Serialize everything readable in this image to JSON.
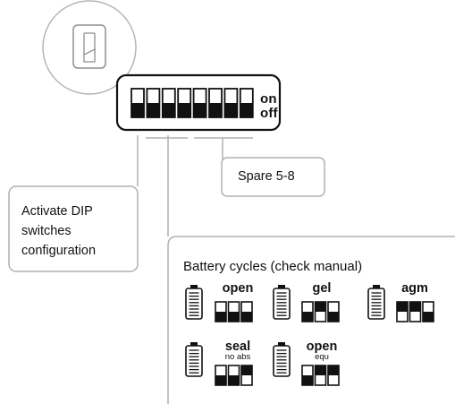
{
  "dip_panel": {
    "on_label": "on",
    "off_label": "off",
    "switch_positions": [
      "down",
      "down",
      "down",
      "down",
      "down",
      "down",
      "down",
      "down"
    ]
  },
  "callouts": {
    "spare": "Spare 5-8",
    "activate_lines": [
      "Activate DIP",
      "switches",
      "configuration"
    ]
  },
  "battery_box": {
    "title": "Battery cycles (check manual)",
    "cycles": [
      {
        "label": "open",
        "sub": "",
        "dips": [
          "down",
          "down",
          "down"
        ]
      },
      {
        "label": "gel",
        "sub": "",
        "dips": [
          "down",
          "up",
          "down"
        ]
      },
      {
        "label": "agm",
        "sub": "",
        "dips": [
          "up",
          "up",
          "down"
        ]
      },
      {
        "label": "seal",
        "sub": "no abs",
        "dips": [
          "down",
          "down",
          "up"
        ]
      },
      {
        "label": "open",
        "sub": "equ",
        "dips": [
          "down",
          "up",
          "up"
        ]
      }
    ]
  },
  "colors": {
    "line": "#b0b0b0",
    "ink": "#111111"
  }
}
